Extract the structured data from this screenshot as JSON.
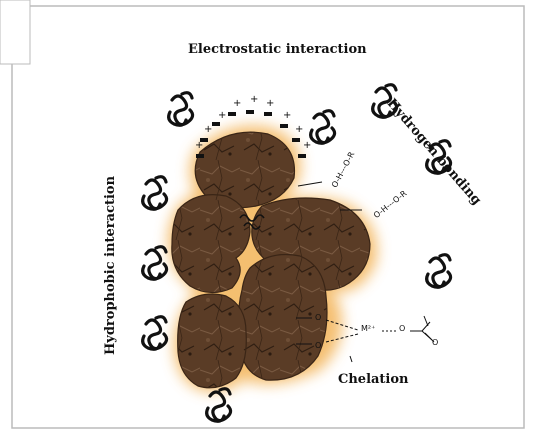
{
  "labels": {
    "electrostatic": "Electrostatic interaction",
    "hydrogen_bonding": "Hydrogen bonding",
    "hydrophobic": "Hydrophobic interaction",
    "chelation": "Chelation"
  },
  "chem": {
    "oh_upper": "O-H---O-R",
    "oh_lower": "O-H---O-R",
    "o_top": "O",
    "o_bottom": "O",
    "metal": "M²⁺",
    "o_ligand": "O",
    "o_carbonyl": "O"
  },
  "charges": {
    "positive_symbol": "+",
    "negative_symbol": "–"
  },
  "colors": {
    "particle": "#5a3c26",
    "particle_dark": "#3a2516",
    "glow": "#f3b458",
    "polymer": "#111111"
  },
  "icons": [
    "polymer-coil-icon"
  ]
}
